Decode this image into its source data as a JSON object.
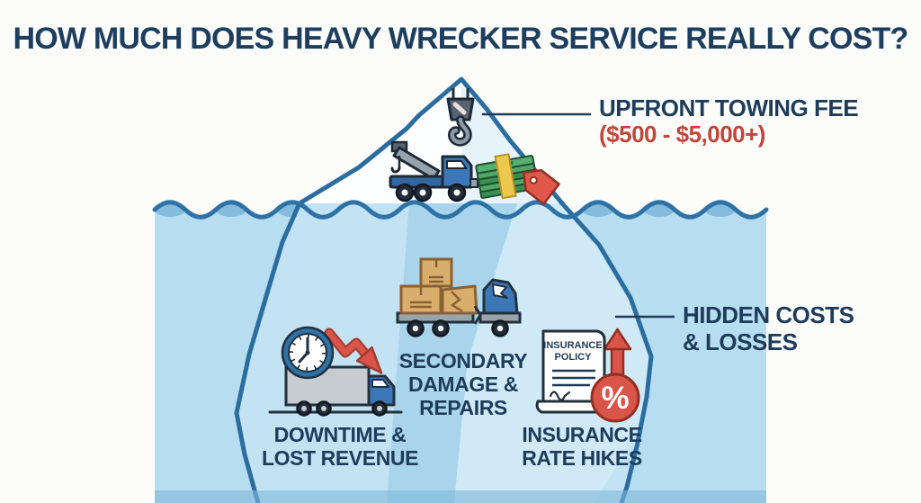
{
  "title": "HOW MUCH DOES HEAVY WRECKER SERVICE REALLY COST?",
  "surface": {
    "label_title": "UPFRONT TOWING FEE",
    "label_price": "($500 - $5,000+)"
  },
  "underwater": {
    "heading_line1": "HIDDEN COSTS",
    "heading_line2": "& LOSSES",
    "items": [
      {
        "id": "downtime",
        "icon": "clock-downtime-truck-icon",
        "label_line1": "DOWNTIME &",
        "label_line2": "LOST REVENUE"
      },
      {
        "id": "secondary",
        "icon": "damaged-cargo-truck-icon",
        "label_line1": "SECONDARY",
        "label_line2": "DAMAGE &",
        "label_line3": "REPAIRS"
      },
      {
        "id": "insurance",
        "icon": "insurance-policy-percent-icon",
        "label_line1": "INSURANCE",
        "label_line2": "RATE HIKES"
      }
    ]
  },
  "insurance_doc": {
    "line1": "INSURANCE",
    "line2": "POLICY",
    "percent": "%"
  },
  "icons": [
    "crane-hook-icon",
    "tow-truck-icon",
    "cash-stack-price-tag-icon",
    "clock-downtime-truck-icon",
    "damaged-cargo-truck-icon",
    "insurance-policy-percent-icon"
  ],
  "colors": {
    "background": "#fcfcfa",
    "title_navy": "#1d3e5e",
    "label_navy": "#1e3c59",
    "price_red": "#c0453a",
    "water_fill": "#b7ddf1",
    "ice_stroke": "#2c6da0",
    "wave_stroke": "#2e72a6",
    "iceberg_above_fill": "#fdfeff",
    "iceberg_below_fill": "#c3e2f3",
    "icon_red": "#d95449",
    "icon_blue": "#3c78b8",
    "icon_green": "#4ea866",
    "icon_tan": "#d9ad6b"
  }
}
